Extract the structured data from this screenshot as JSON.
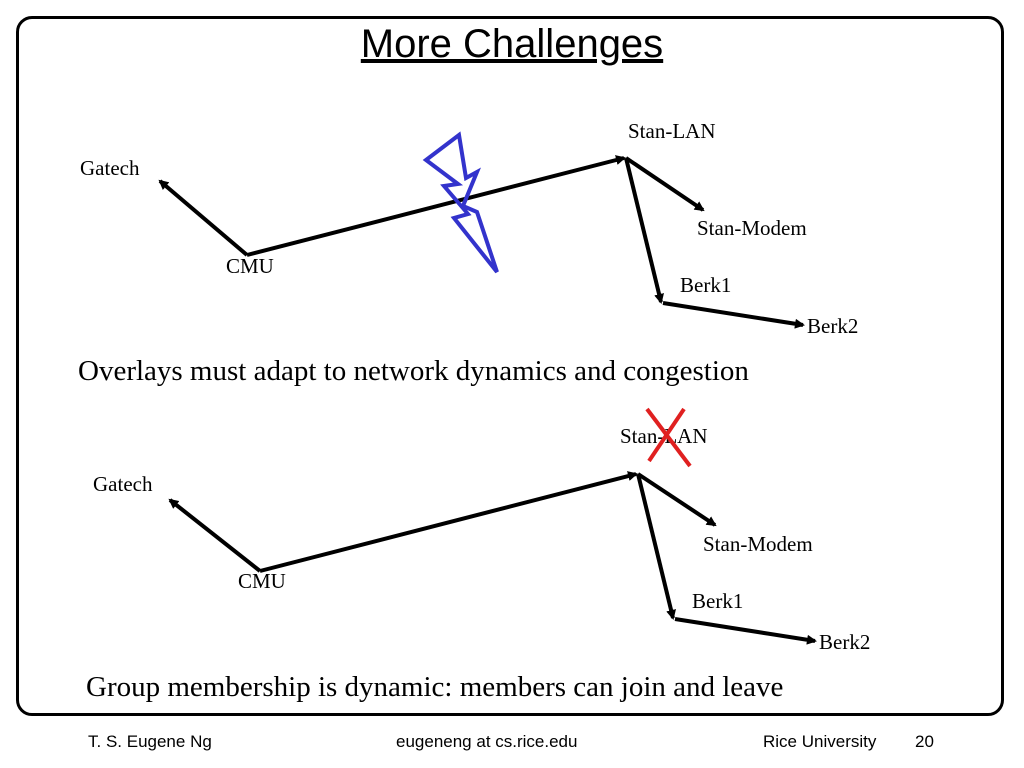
{
  "slide": {
    "title": "More Challenges",
    "diagram_top": {
      "nodes": {
        "gatech": "Gatech",
        "cmu": "CMU",
        "stan_lan": "Stan-LAN",
        "stan_modem": "Stan-Modem",
        "berk1": "Berk1",
        "berk2": "Berk2"
      },
      "caption": "Overlays must adapt to network dynamics and congestion"
    },
    "diagram_bottom": {
      "nodes": {
        "gatech": "Gatech",
        "cmu": "CMU",
        "stan_lan": "Stan-LAN",
        "stan_modem": "Stan-Modem",
        "berk1": "Berk1",
        "berk2": "Berk2"
      },
      "caption": "Group membership is dynamic: members can join and leave"
    },
    "colors": {
      "lightning": "#3333cc",
      "cross": "#e02020",
      "edges": "#000000"
    }
  },
  "footer": {
    "author": "T. S. Eugene Ng",
    "email": "eugeneng at cs.rice.edu",
    "institution": "Rice University",
    "page_number": "20"
  }
}
